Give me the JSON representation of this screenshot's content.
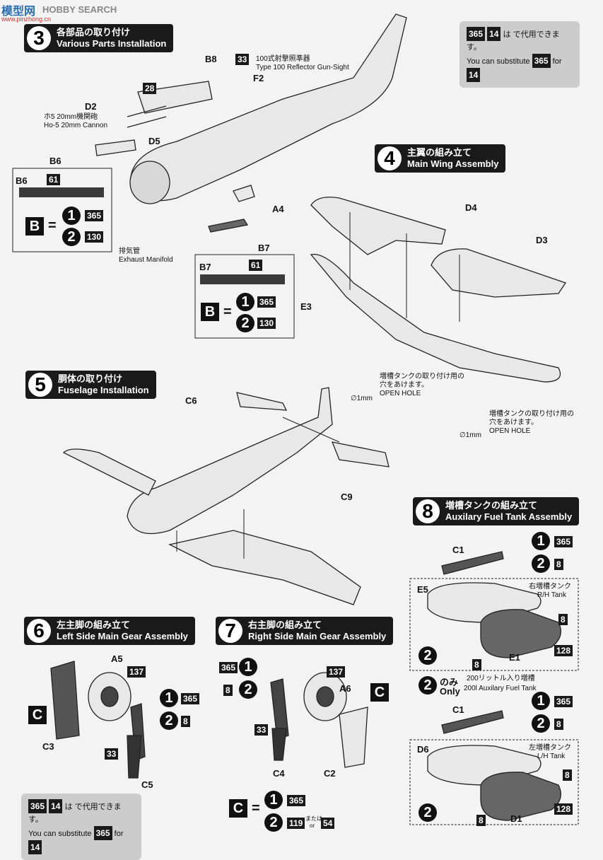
{
  "watermark": {
    "logo": "模型网",
    "brand": "HOBBY SEARCH",
    "url": "www.pinzhong.cn"
  },
  "steps": [
    {
      "num": "3",
      "jp": "各部品の取り付け",
      "en": "Various Parts Installation"
    },
    {
      "num": "4",
      "jp": "主翼の組み立て",
      "en": "Main Wing Assembly"
    },
    {
      "num": "5",
      "jp": "胴体の取り付け",
      "en": "Fuselage Installation"
    },
    {
      "num": "6",
      "jp": "左主脚の組み立て",
      "en": "Left Side Main Gear Assembly"
    },
    {
      "num": "7",
      "jp": "右主脚の組み立て",
      "en": "Right Side Main Gear Assembly"
    },
    {
      "num": "8",
      "jp": "増槽タンクの組み立て",
      "en": "Auxilary Fuel Tank Assembly"
    }
  ],
  "substitute": {
    "paint_a": "365",
    "paint_b": "14",
    "jp": "は で代用できます。",
    "en_pre": "You can substitute",
    "en_mid": "for"
  },
  "parts": [
    "B8",
    "D2",
    "D5",
    "B6",
    "F2",
    "A4",
    "B7",
    "D4",
    "D3",
    "E3",
    "C6",
    "C9",
    "C1",
    "E5",
    "E1",
    "D6",
    "D1",
    "A5",
    "A6",
    "C3",
    "C4",
    "C5",
    "C2",
    "C",
    "B"
  ],
  "paints": {
    "p61": "61",
    "p365": "365",
    "p130": "130",
    "p33": "33",
    "p28": "28",
    "p8": "8",
    "p128": "128",
    "p137": "137",
    "p119": "119",
    "p54": "54"
  },
  "labels": {
    "gunsight_jp": "100式射撃照準器",
    "gunsight_en": "Type 100 Reflector Gun-Sight",
    "cannon_jp": "ホ5 20mm機関砲",
    "cannon_en": "Ho-5 20mm Cannon",
    "exhaust_jp": "排気管",
    "exhaust_en": "Exhaust Manifold",
    "hole_jp_1": "増槽タンクの取り付け用の",
    "hole_jp_2": "穴をあけます。",
    "hole_en": "OPEN HOLE",
    "hole_size": "∅1mm",
    "rh_tank_jp": "右増槽タンク",
    "rh_tank_en": "R/H Tank",
    "lh_tank_jp": "左増槽タンク",
    "lh_tank_en": "L/H Tank",
    "only_jp": "のみ",
    "only_en": "Only",
    "tank200_jp": "200リットル入り増槽",
    "tank200_en": "200l Auxilary Fuel Tank",
    "or_jp": "または",
    "or_en": "or",
    "one": "1",
    "two": "2",
    "eq": "="
  }
}
